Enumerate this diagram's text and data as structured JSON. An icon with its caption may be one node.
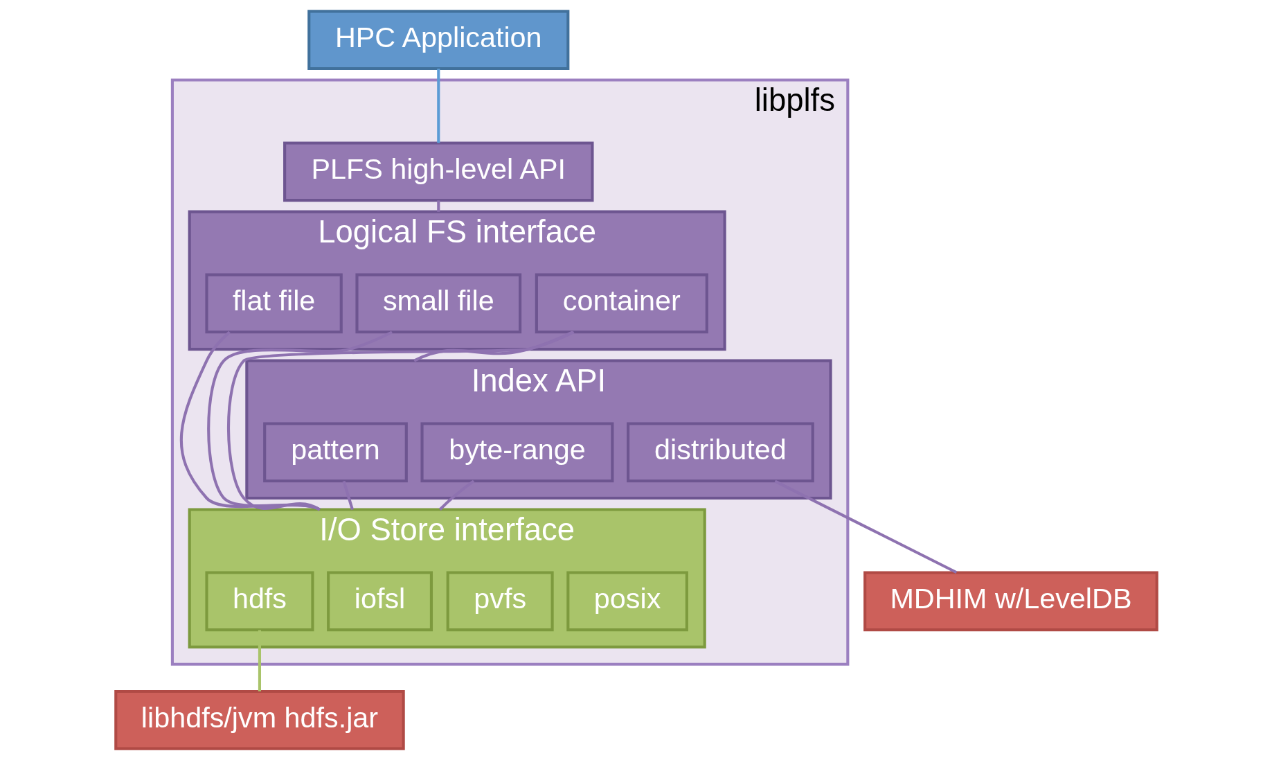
{
  "diagram": {
    "nodes": [
      {
        "text": [
          "HPC Application"
        ]
      },
      {
        "text": [
          "libplfs"
        ]
      },
      {
        "text": [
          "PLFS high-level API"
        ],
        "in": 1
      },
      {
        "text": [
          "Logical FS interface"
        ],
        "in": 1
      },
      {
        "text": [
          "flat file"
        ],
        "in": 3
      },
      {
        "text": [
          "small file"
        ],
        "in": 3
      },
      {
        "text": [
          "container"
        ],
        "in": 3
      },
      {
        "text": [
          "Index API"
        ],
        "in": 1
      },
      {
        "text": [
          "byte-range"
        ],
        "in": 7
      },
      {
        "text": [
          "pattern"
        ],
        "in": 7
      },
      {
        "text": [
          "distributed"
        ],
        "in": 7
      },
      {
        "text": [
          "I/O Store interface"
        ],
        "in": 1
      },
      {
        "text": [
          "posix"
        ],
        "in": 11
      },
      {
        "text": [
          "pvfs"
        ],
        "in": 11
      },
      {
        "text": [
          "iofsl"
        ],
        "in": 11
      },
      {
        "text": [
          "hdfs"
        ],
        "in": 11
      },
      {
        "text": [
          "libhdfs/jvm hdfs.jar"
        ]
      },
      {
        "text": [
          "MDHIM w/LevelDB"
        ]
      }
    ],
    "edges": [
      {
        "from": 0,
        "to": 2,
        "arrow": "none",
        "color": "#5b9bd5"
      },
      {
        "from": 2,
        "to": 3,
        "arrow": "none"
      },
      {
        "from": 4,
        "to": 11,
        "arrow": "none"
      },
      {
        "from": 5,
        "to": 11,
        "arrow": "none"
      },
      {
        "from": 6,
        "to": 11,
        "arrow": "none"
      },
      {
        "from": 6,
        "to": 7,
        "arrow": "none"
      },
      {
        "from": 8,
        "to": 11,
        "arrow": "none"
      },
      {
        "from": 9,
        "to": 11,
        "arrow": "none"
      },
      {
        "from": 10,
        "to": 17,
        "arrow": "none"
      },
      {
        "from": 15,
        "to": 16,
        "arrow": "none",
        "color": "#a9c46a"
      }
    ]
  }
}
